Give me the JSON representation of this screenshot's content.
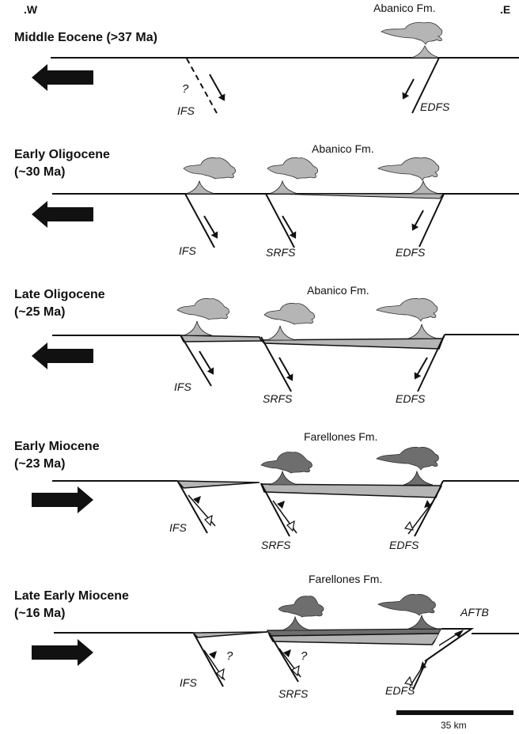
{
  "orientation": {
    "west": ".W",
    "east": ".E"
  },
  "colors": {
    "light_fill": "#b5b5b5",
    "dark_fill": "#6e6e6e",
    "line": "#111111",
    "background": "#ffffff"
  },
  "panels": [
    {
      "title_lines": [
        "Middle Eocene (>37 Ma)"
      ],
      "formation": "Abanico Fm.",
      "tectonic_regime": "extension",
      "arrow_direction": "west",
      "faults": [
        {
          "label": "IFS",
          "note": "?",
          "style": "dashed",
          "kinematics": "normal"
        },
        {
          "label": "EDFS",
          "style": "solid",
          "kinematics": "normal"
        }
      ]
    },
    {
      "title_lines": [
        "Early Oligocene",
        "(~30 Ma)"
      ],
      "formation": "Abanico Fm.",
      "tectonic_regime": "extension",
      "arrow_direction": "west",
      "faults": [
        {
          "label": "IFS",
          "kinematics": "normal"
        },
        {
          "label": "SRFS",
          "kinematics": "normal"
        },
        {
          "label": "EDFS",
          "kinematics": "normal"
        }
      ]
    },
    {
      "title_lines": [
        "Late Oligocene",
        "(~25 Ma)"
      ],
      "formation": "Abanico Fm.",
      "tectonic_regime": "extension",
      "arrow_direction": "west",
      "faults": [
        {
          "label": "IFS",
          "kinematics": "normal"
        },
        {
          "label": "SRFS",
          "kinematics": "normal"
        },
        {
          "label": "EDFS",
          "kinematics": "normal"
        }
      ]
    },
    {
      "title_lines": [
        "Early Miocene",
        "(~23 Ma)"
      ],
      "formation": "Farellones Fm.",
      "tectonic_regime": "inversion",
      "arrow_direction": "east",
      "faults": [
        {
          "label": "IFS",
          "kinematics": "reverse"
        },
        {
          "label": "SRFS",
          "kinematics": "reverse"
        },
        {
          "label": "EDFS",
          "kinematics": "reverse"
        }
      ]
    },
    {
      "title_lines": [
        "Late Early Miocene",
        "(~16 Ma)"
      ],
      "formation": "Farellones Fm.",
      "tectonic_regime": "inversion",
      "arrow_direction": "east",
      "faults": [
        {
          "label": "IFS",
          "note": "?",
          "kinematics": "reverse"
        },
        {
          "label": "SRFS",
          "note": "?",
          "kinematics": "reverse"
        },
        {
          "label": "EDFS",
          "kinematics": "reverse"
        },
        {
          "label": "AFTB",
          "kinematics": "thrust"
        }
      ]
    }
  ],
  "scale_bar": {
    "label": "35 km",
    "value_km": 35
  }
}
